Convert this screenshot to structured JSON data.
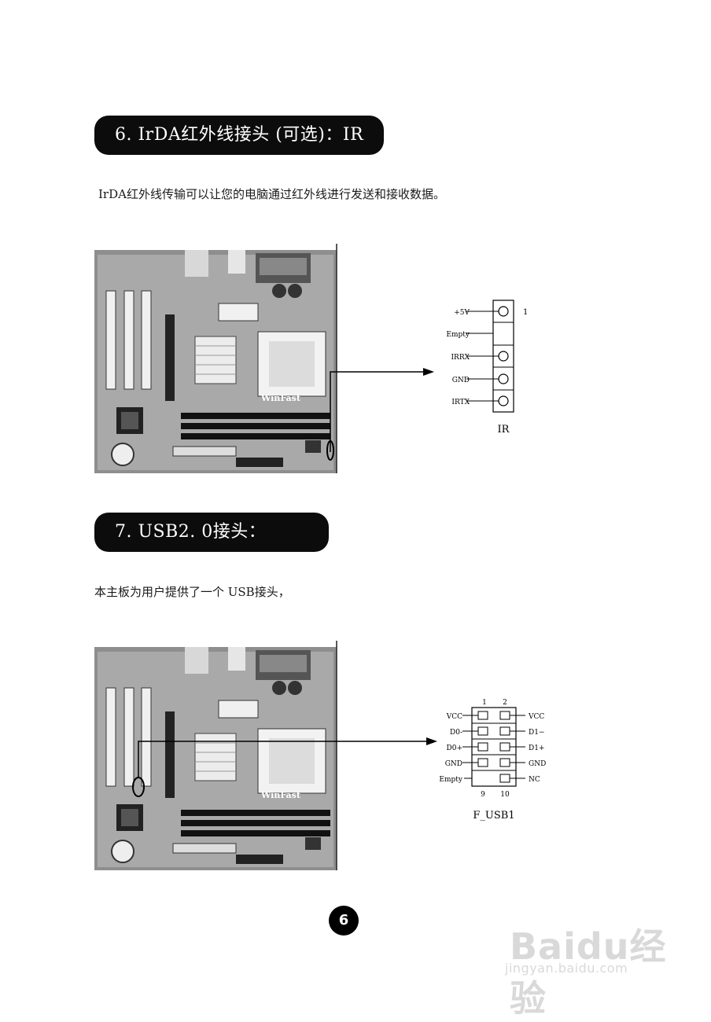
{
  "sections": [
    {
      "title": "6. IrDA红外线接头 (可选)：IR",
      "description": "IrDA红外线传输可以让您的电脑通过红外线进行发送和接收数据。",
      "board_label": "WinFast",
      "connector": {
        "name": "IR",
        "pin1_label": "1",
        "pins": [
          "+5V",
          "Empty",
          "IRRX",
          "GND",
          "IRTX"
        ]
      }
    },
    {
      "title": "7. USB2. 0接头：F_USB1",
      "description": "本主板为用户提供了一个 USB接头，",
      "board_label": "WinFast",
      "connector": {
        "name": "F_USB1",
        "top_numbers": [
          "1",
          "2"
        ],
        "bottom_numbers": [
          "9",
          "10"
        ],
        "left_pins": [
          "VCC",
          "D0-",
          "D0+",
          "GND",
          "Empty"
        ],
        "right_pins": [
          "VCC",
          "D1−",
          "D1+",
          "GND",
          "NC"
        ]
      }
    }
  ],
  "page_number": "6",
  "watermark": {
    "logo": "Baidu经验",
    "url": "jingyan.baidu.com"
  }
}
